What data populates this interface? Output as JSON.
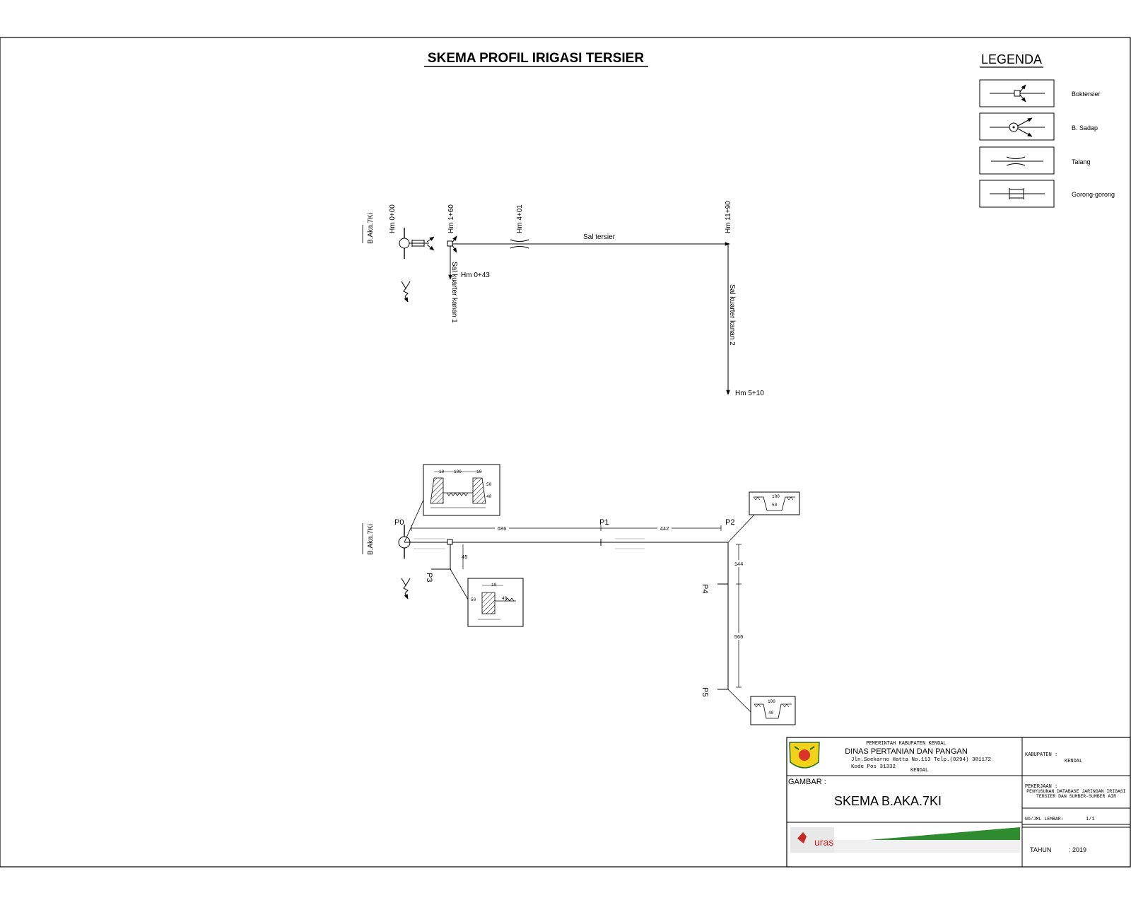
{
  "drawing": {
    "title": "SKEMA PROFIL IRIGASI TERSIER",
    "legend_title": "LEGENDA",
    "legend": [
      {
        "label": "Boktersier",
        "icon": "boks-tersier-icon"
      },
      {
        "label": "B. Sadap",
        "icon": "bangunan-sadap-icon"
      },
      {
        "label": "Talang",
        "icon": "talang-icon"
      },
      {
        "label": "Gorong-gorong",
        "icon": "gorong-gorong-icon"
      }
    ]
  },
  "schema_top": {
    "source_label": "B.Aka.7Ki",
    "stations": [
      "Hm 0+00",
      "Hm 1+60",
      "Hm 4+01",
      "Hm 11+90"
    ],
    "branch_stations": [
      "Hm 0+43",
      "Hm 5+10"
    ],
    "channel_label": "Sal tersier",
    "branch1_label": "Sal kuarter kanan 1",
    "branch2_label": "Sal kuarter kanan 2"
  },
  "schema_bottom": {
    "source_label": "B.Aka.7Ki",
    "points": [
      "P0",
      "P1",
      "P2",
      "P3",
      "P4",
      "P5"
    ],
    "distances": [
      "686",
      "442",
      "45",
      "144",
      "560"
    ],
    "section_dims": [
      "10",
      "100",
      "50",
      "40"
    ]
  },
  "title_block": {
    "gov": "PEMERINTAH KABUPATEN KENDAL",
    "dept": "DINAS PERTANIAN DAN PANGAN",
    "address": "Jln.Soekarno Hatta No.113 Telp.(0294) 381172",
    "postcode": "Kode Pos 31332",
    "city": "KENDAL",
    "gambar_label": "GAMBAR :",
    "gambar_value": "SKEMA B.AKA.7KI",
    "kabupaten_label": "KABUPATEN :",
    "kabupaten_value": "KENDAL",
    "pekerjaan_label": "PEKERJAAN :",
    "pekerjaan_value": "PENYUSUNAN DATABASE JARINGAN IRIGASI TERSIER DAN SUMBER-SUMBER AIR",
    "lembar_label": "NO/JML LEMBAR:",
    "lembar_value": "1/1",
    "tahun_label": "TAHUN",
    "tahun_value": ": 2019",
    "logo_text": "uras",
    "accent_green": "#2e8b2e"
  }
}
